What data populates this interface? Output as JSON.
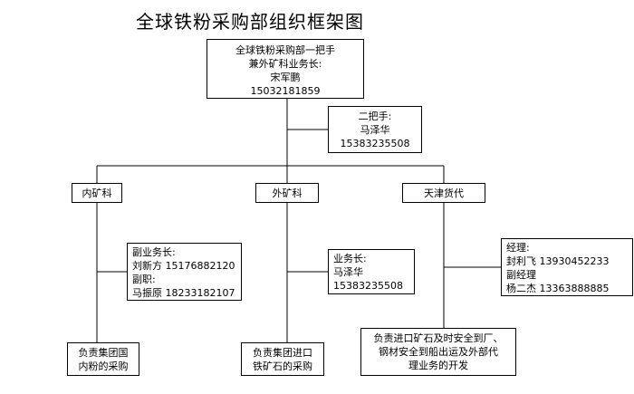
{
  "title": "全球铁粉采购部组织框架图",
  "head": {
    "lines": [
      "全球铁粉采购部一把手",
      "兼外矿科业务长:",
      "宋军鹏",
      "15032181859"
    ]
  },
  "deputy": {
    "lines": [
      "二把手:",
      "马泽华",
      "15383235508"
    ]
  },
  "branches": [
    {
      "name": "内矿科",
      "staff": [
        "副业务长:",
        "刘新方 15176882120",
        "副职:",
        "马振原 18233182107"
      ],
      "duty": [
        "负责集团国",
        "内粉的采购"
      ]
    },
    {
      "name": "外矿科",
      "staff": [
        "业务长:",
        "马泽华",
        "15383235508"
      ],
      "duty": [
        "负责集团进口",
        "铁矿石的采购"
      ]
    },
    {
      "name": "天津货代",
      "staff": [
        "经理:",
        "封利飞 13930452233",
        "副经理",
        "杨二杰 13363888885"
      ],
      "duty": [
        "负责进口矿石及时安全到厂、",
        "钢材安全到船出运及外部代",
        "理业务的开发"
      ]
    }
  ]
}
